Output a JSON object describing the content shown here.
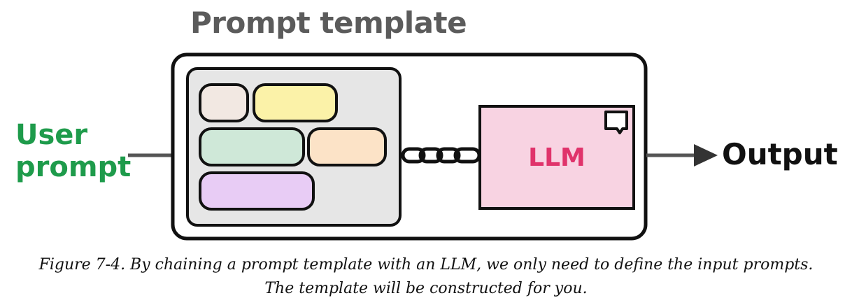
{
  "diagram": {
    "title": "Prompt template",
    "input_label_line1": "User",
    "input_label_line2": "prompt",
    "model_label": "LLM",
    "output_label": "Output",
    "colors": {
      "title": "#5b5b5b",
      "input_label": "#1e9b4b",
      "model_label": "#e0336b",
      "model_fill": "#f8d3e2",
      "template_fill": "#e6e6e6",
      "block_1": "#f2e8e2",
      "block_2": "#fbf2a8",
      "block_3": "#cfe8d8",
      "block_4": "#fce3c7",
      "block_5": "#e8ccf5"
    },
    "icons": [
      "chain-link-icon",
      "speech-bubble-icon",
      "arrow-right-icon"
    ]
  },
  "caption": {
    "line1": "Figure 7-4. By chaining a prompt template with an LLM, we only need to define the input prompts.",
    "line2": "The template will be constructed for you."
  }
}
